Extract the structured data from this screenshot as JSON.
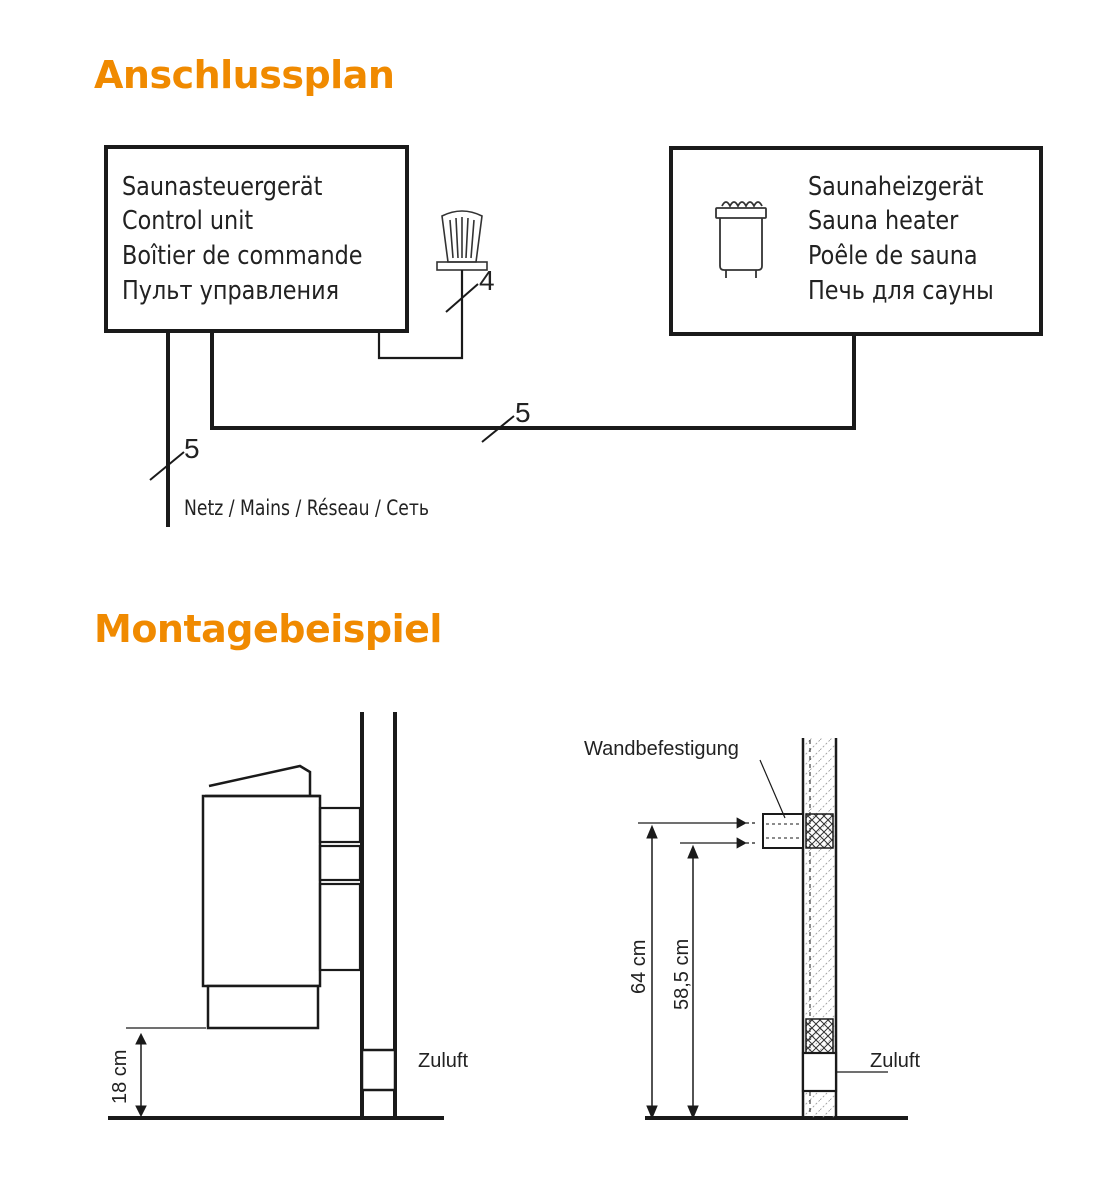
{
  "headings": {
    "connection_plan": "Anschlussplan",
    "mounting_example": "Montagebeispiel"
  },
  "control_unit": {
    "lines": [
      "Saunasteuergerät",
      "Control unit",
      "Boîtier de commande",
      "Пульт управления"
    ]
  },
  "sauna_heater": {
    "lines": [
      "Saunaheizgerät",
      "Sauna heater",
      "Poêle de sauna",
      "Печь для сауны"
    ]
  },
  "wires": {
    "sensor_wires": "4",
    "heater_wires": "5",
    "mains_wires": "5"
  },
  "mains_label": "Netz / Mains / Réseau / Сеть",
  "mounting_left": {
    "height_label": "18 cm",
    "air_supply_label": "Zuluft"
  },
  "mounting_right": {
    "wall_mount_label": "Wandbefestigung",
    "height_outer_label": "64 cm",
    "height_inner_label": "58,5 cm",
    "air_supply_label": "Zuluft"
  },
  "colors": {
    "heading": "#f08a00",
    "line": "#1a1a1a"
  }
}
